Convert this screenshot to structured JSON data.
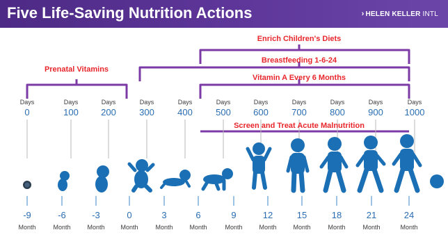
{
  "header": {
    "title": "Five Life-Saving Nutrition Actions",
    "brand_chevron": "›",
    "brand_bold": "HELEN KELLER",
    "brand_light": " INTL"
  },
  "colors": {
    "banner": "#5a3496",
    "bracket": "#7b3aa6",
    "action_text": "#e8262b",
    "axis_number": "#2a6db3",
    "tick": "#3a86c9",
    "guide": "#b9b9b9",
    "silhouette": "#1b6fb5",
    "label": "#3a3a3a"
  },
  "actions": [
    {
      "label": "Enrich Children's Diets"
    },
    {
      "label": "Prenatal Vitamins"
    },
    {
      "label": "Breastfeeding 1-6-24"
    },
    {
      "label": "Vitamin A Every 6 Months"
    },
    {
      "label": "Screen and Treat Acute Malnutrition"
    }
  ],
  "days_axis": {
    "unit": "Days",
    "values": [
      "0",
      "100",
      "200",
      "300",
      "400",
      "500",
      "600",
      "700",
      "800",
      "900",
      "1000"
    ]
  },
  "months_axis": {
    "unit": "Month",
    "values": [
      "-9",
      "-6",
      "-3",
      "0",
      "3",
      "6",
      "9",
      "12",
      "15",
      "18",
      "21",
      "24"
    ]
  },
  "stages": [
    {
      "icon": "cell-icon"
    },
    {
      "icon": "fetus-small-icon"
    },
    {
      "icon": "fetus-large-icon"
    },
    {
      "icon": "newborn-icon"
    },
    {
      "icon": "infant-lying-icon"
    },
    {
      "icon": "crawling-baby-icon"
    },
    {
      "icon": "standing-baby-icon"
    },
    {
      "icon": "toddler-standing-icon"
    },
    {
      "icon": "toddler-walking-icon"
    },
    {
      "icon": "toddler-stepping-icon"
    },
    {
      "icon": "child-walking-icon"
    },
    {
      "icon": "ball-icon"
    }
  ]
}
